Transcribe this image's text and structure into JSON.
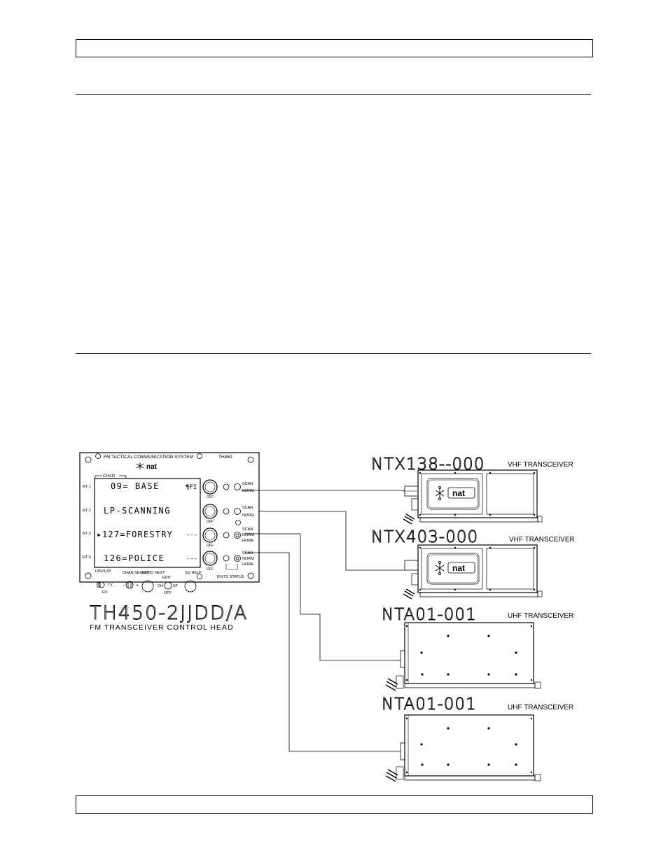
{
  "head": {
    "system_title": "FM TACTICAL COMMUNICATION SYSTEM",
    "model_badge": "TH450",
    "brand": "nat",
    "chan_label": "CHAN",
    "rt_labels": [
      "RT 1",
      "RT 2",
      "RT 3",
      "RT 4"
    ],
    "lcd_lines": [
      "09= BASE",
      "LP-SCANNING",
      "127=FORESTRY",
      "126=POLICE"
    ],
    "lcd_right": [
      "¶FI",
      "",
      "---",
      "---"
    ],
    "off_label": "OFF",
    "switch_labels": [
      [
        "SCAN",
        "NORM"
      ],
      [
        "SCAN",
        "NORM"
      ],
      [
        "SCAN",
        "NORM",
        "HOME"
      ],
      [
        "SCAN",
        "NORM",
        "HOME"
      ]
    ],
    "rx_tx_status": "RX/TX STATUS",
    "bottom": {
      "display": "DISPLAY",
      "tx": "TX",
      "rx": "RX",
      "chan_select": "CHAN SELECT",
      "radio_next": "RADIO NEXT",
      "edit": "EDIT",
      "sq_help": "SQ HELP",
      "minus": "-",
      "plus": "+",
      "ch": "CH",
      "st": "ST",
      "off": "OFF"
    },
    "model_name": "TH450-2JJDD/A",
    "model_caption": "FM TRANSCEIVER CONTROL HEAD"
  },
  "units": [
    {
      "model": "NTX138--000",
      "type": "VHF TRANSCEIVER",
      "brand": "nat"
    },
    {
      "model": "NTX403-000",
      "type": "VHF TRANSCEIVER",
      "brand": "nat"
    },
    {
      "model": "NTA01-001",
      "type": "UHF TRANSCEIVER",
      "brand": ""
    },
    {
      "model": "NTA01-001",
      "type": "UHF TRANSCEIVER",
      "brand": ""
    }
  ]
}
